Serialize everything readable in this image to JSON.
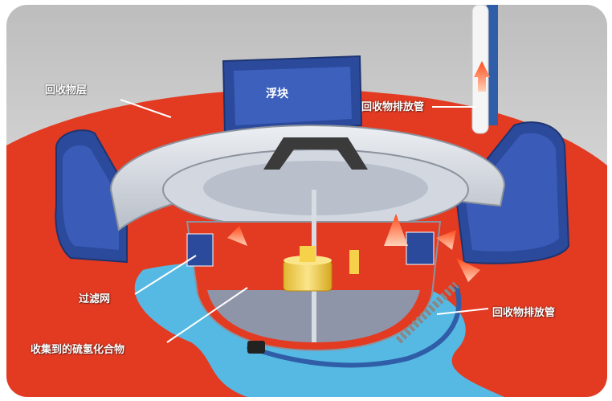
{
  "labels": {
    "float": "浮块",
    "recovered_layer": "回收物层",
    "discharge_pipe_top": "回收物排放管",
    "filter_screen": "过滤网",
    "collected_compound": "收集到的硫氢化合物",
    "discharge_pipe_bottom": "回收物排放管"
  },
  "colors": {
    "recovered_layer": "#e33a22",
    "water": "#56b9e3",
    "float_body": "#2c4a9c",
    "skimmer_disc": "#cfd4dc",
    "bucket": "#f2d45a",
    "hose": "#2f5da8",
    "background": "#e8e8e8"
  }
}
